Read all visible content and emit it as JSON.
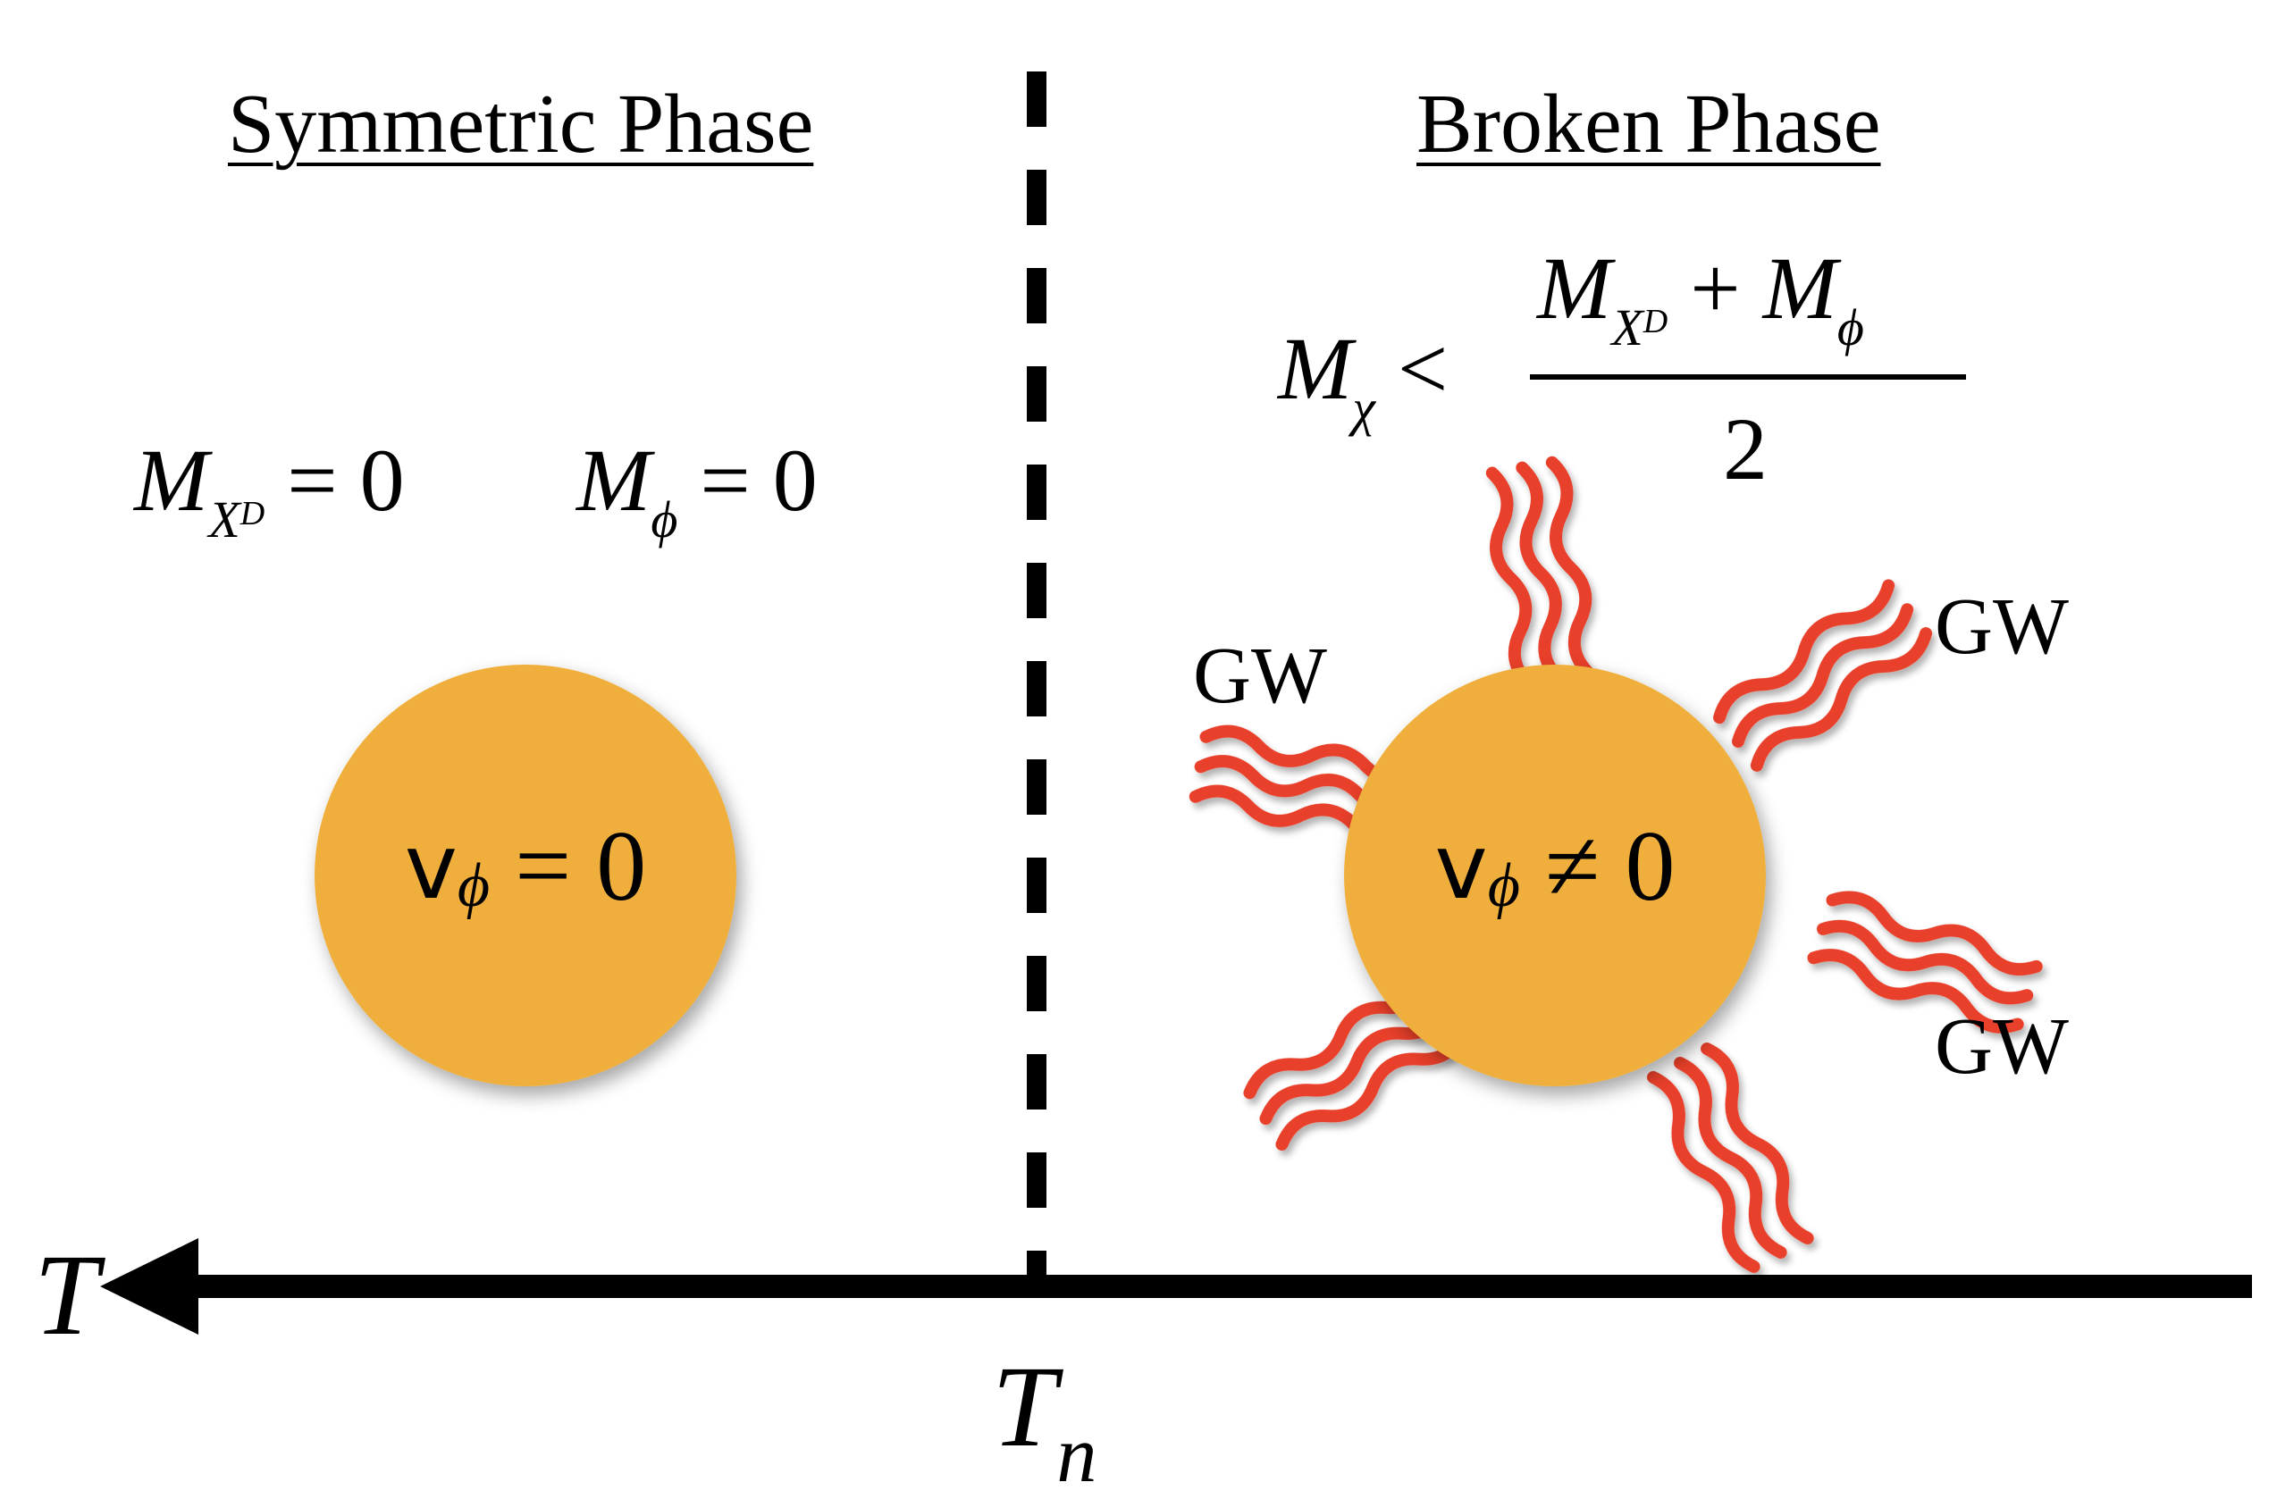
{
  "symmetric": {
    "heading": "Symmetric Phase",
    "mass_xd": {
      "base": "M",
      "sub": "X",
      "subsub": "D",
      "rel": "= 0"
    },
    "mass_phi": {
      "base": "M",
      "sub": "ϕ",
      "rel": "= 0"
    },
    "vev": {
      "base": "v",
      "sub": "ϕ",
      "rel": "= 0"
    }
  },
  "broken": {
    "heading": "Broken Phase",
    "inequality": {
      "lhs_base": "M",
      "lhs_sub": "χ",
      "op": "<",
      "num_a_base": "M",
      "num_a_sub": "X",
      "num_a_subsub": "D",
      "num_plus": "+",
      "num_b_base": "M",
      "num_b_sub": "ϕ",
      "den": "2"
    },
    "vev": {
      "base": "v",
      "sub": "ϕ",
      "rel": "≠ 0"
    },
    "gw_labels": [
      "GW",
      "GW",
      "GW"
    ]
  },
  "axis": {
    "label": "T",
    "transition": {
      "base": "T",
      "sub": "n"
    },
    "direction": "decreasing to the left"
  },
  "colors": {
    "bubble": "#F0AF3C",
    "wave": "#E8402A",
    "line": "#000000"
  }
}
